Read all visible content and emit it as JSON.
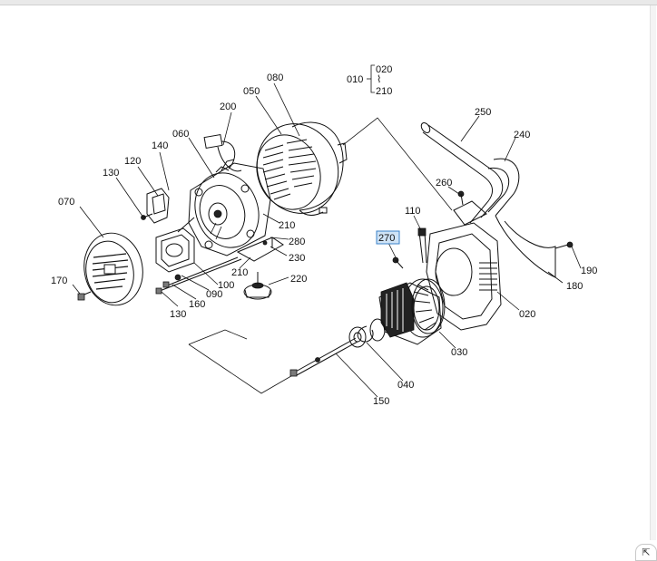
{
  "callouts": {
    "c010": "010",
    "c020a": "020",
    "c210a": "210",
    "c080": "080",
    "c050": "050",
    "c200": "200",
    "c060": "060",
    "c140": "140",
    "c120": "120",
    "c130a": "130",
    "c070": "070",
    "c210b": "210",
    "c280": "280",
    "c230": "230",
    "c210c": "210",
    "c220": "220",
    "c100": "100",
    "c090": "090",
    "c160": "160",
    "c130b": "130",
    "c170": "170",
    "c250": "250",
    "c240": "240",
    "c260": "260",
    "c110": "110",
    "c270": "270",
    "c190": "190",
    "c180": "180",
    "c020b": "020",
    "c030": "030",
    "c040": "040",
    "c150": "150"
  },
  "highlighted_part": "270",
  "controls": {
    "expand_icon": "expand-arrow-icon",
    "expand_glyph": "⇱"
  },
  "colors": {
    "highlight_fill": "#cfe3f6",
    "highlight_stroke": "#3a80c8"
  }
}
